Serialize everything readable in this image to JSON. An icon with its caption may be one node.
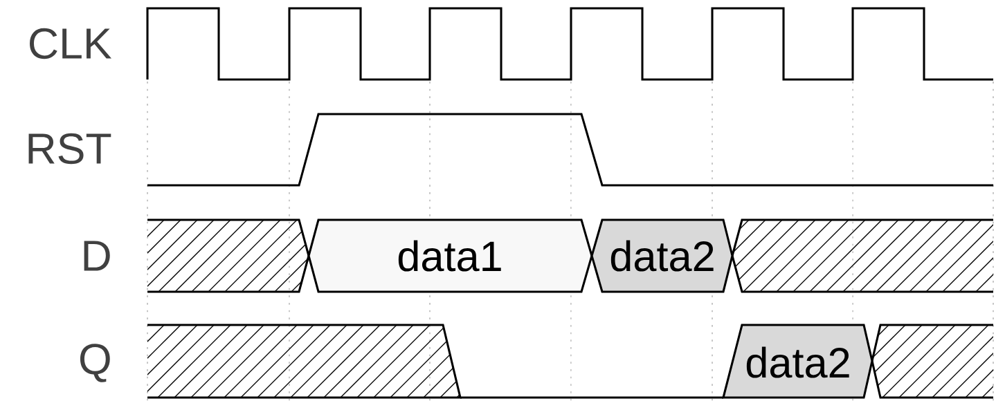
{
  "diagram": {
    "nodes": [
      {
        "text": [
          "data1"
        ]
      },
      {
        "text": [
          "data2"
        ]
      },
      {
        "text": [
          "data2"
        ]
      }
    ],
    "labels": [
      "CLK",
      "RST",
      "D",
      "Q"
    ]
  }
}
